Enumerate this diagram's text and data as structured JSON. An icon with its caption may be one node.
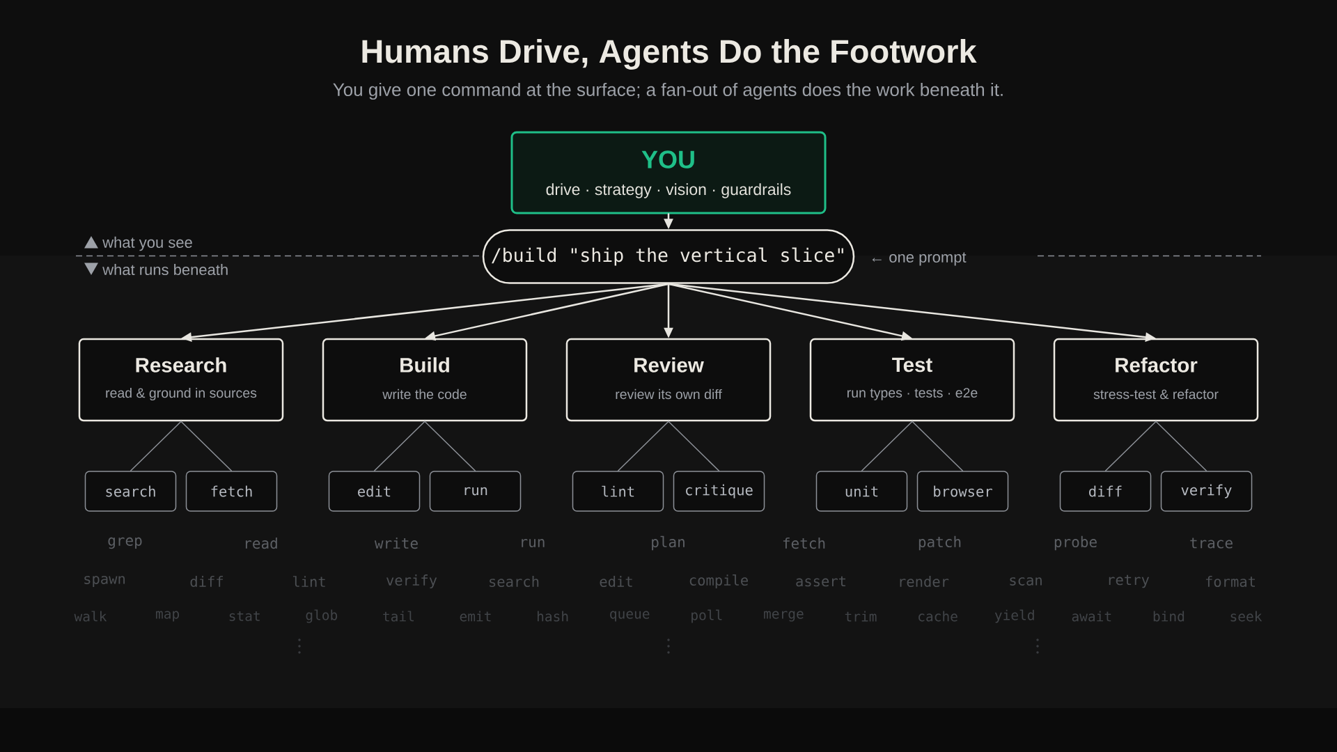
{
  "diagram": {
    "title": "Humans Drive, Agents Do the Footwork",
    "nodes": [
      {
        "text": [
          "YOU",
          "drive · strategy · vision · guardrails"
        ]
      },
      {
        "text": [
          "/build \"ship the vertical slice\""
        ],
        "beside": [
          "← one prompt"
        ]
      },
      {
        "text": [
          "Research",
          "read & ground in sources"
        ]
      },
      {
        "text": [
          "Build",
          "write the code"
        ]
      },
      {
        "text": [
          "Review",
          "review its own diff"
        ]
      },
      {
        "text": [
          "Test",
          "run types · tests · e2e"
        ]
      },
      {
        "text": [
          "Refactor",
          "stress-test & refactor"
        ]
      },
      {
        "text": [
          "search"
        ]
      },
      {
        "text": [
          "fetch"
        ]
      },
      {
        "text": [
          "edit"
        ]
      },
      {
        "text": [
          "run"
        ]
      },
      {
        "text": [
          "lint"
        ]
      },
      {
        "text": [
          "critique"
        ]
      },
      {
        "text": [
          "unit"
        ]
      },
      {
        "text": [
          "browser"
        ]
      },
      {
        "text": [
          "diff"
        ]
      },
      {
        "text": [
          "verify"
        ]
      }
    ],
    "edges": [
      {
        "from": 0,
        "to": 1,
        "arrow": "to",
        "color": "#e8e6e0"
      },
      {
        "from": 1,
        "to": 2,
        "arrow": "to",
        "color": "#e8e6e0"
      },
      {
        "from": 1,
        "to": 3,
        "arrow": "to",
        "color": "#e8e6e0"
      },
      {
        "from": 1,
        "to": 4,
        "arrow": "to",
        "color": "#e8e6e0"
      },
      {
        "from": 1,
        "to": 5,
        "arrow": "to",
        "color": "#e8e6e0"
      },
      {
        "from": 1,
        "to": 6,
        "arrow": "to",
        "color": "#e8e6e0"
      },
      {
        "from": 2,
        "to": 7,
        "arrow": "none"
      },
      {
        "from": 2,
        "to": 8,
        "arrow": "none"
      },
      {
        "from": 3,
        "to": 9,
        "arrow": "none"
      },
      {
        "from": 3,
        "to": 10,
        "arrow": "none"
      },
      {
        "from": 4,
        "to": 11,
        "arrow": "none"
      },
      {
        "from": 4,
        "to": 12,
        "arrow": "none"
      },
      {
        "from": 5,
        "to": 13,
        "arrow": "none"
      },
      {
        "from": 5,
        "to": 14,
        "arrow": "none"
      },
      {
        "from": 6,
        "to": 15,
        "arrow": "none"
      },
      {
        "from": 6,
        "to": 16,
        "arrow": "none"
      }
    ],
    "labels": [
      "You give one command at the surface; a fan-out of agents does the work beneath it.",
      "what you see",
      "what runs beneath",
      "grep",
      "read",
      "write",
      "run",
      "plan",
      "fetch",
      "patch",
      "probe",
      "trace",
      "spawn",
      "diff",
      "lint",
      "verify",
      "search",
      "edit",
      "compile",
      "assert",
      "render",
      "scan",
      "retry",
      "format",
      "walk",
      "map",
      "stat",
      "glob",
      "tail",
      "emit",
      "hash",
      "queue",
      "poll",
      "merge",
      "trim",
      "cache",
      "yield",
      "await",
      "bind",
      "seek"
    ]
  }
}
